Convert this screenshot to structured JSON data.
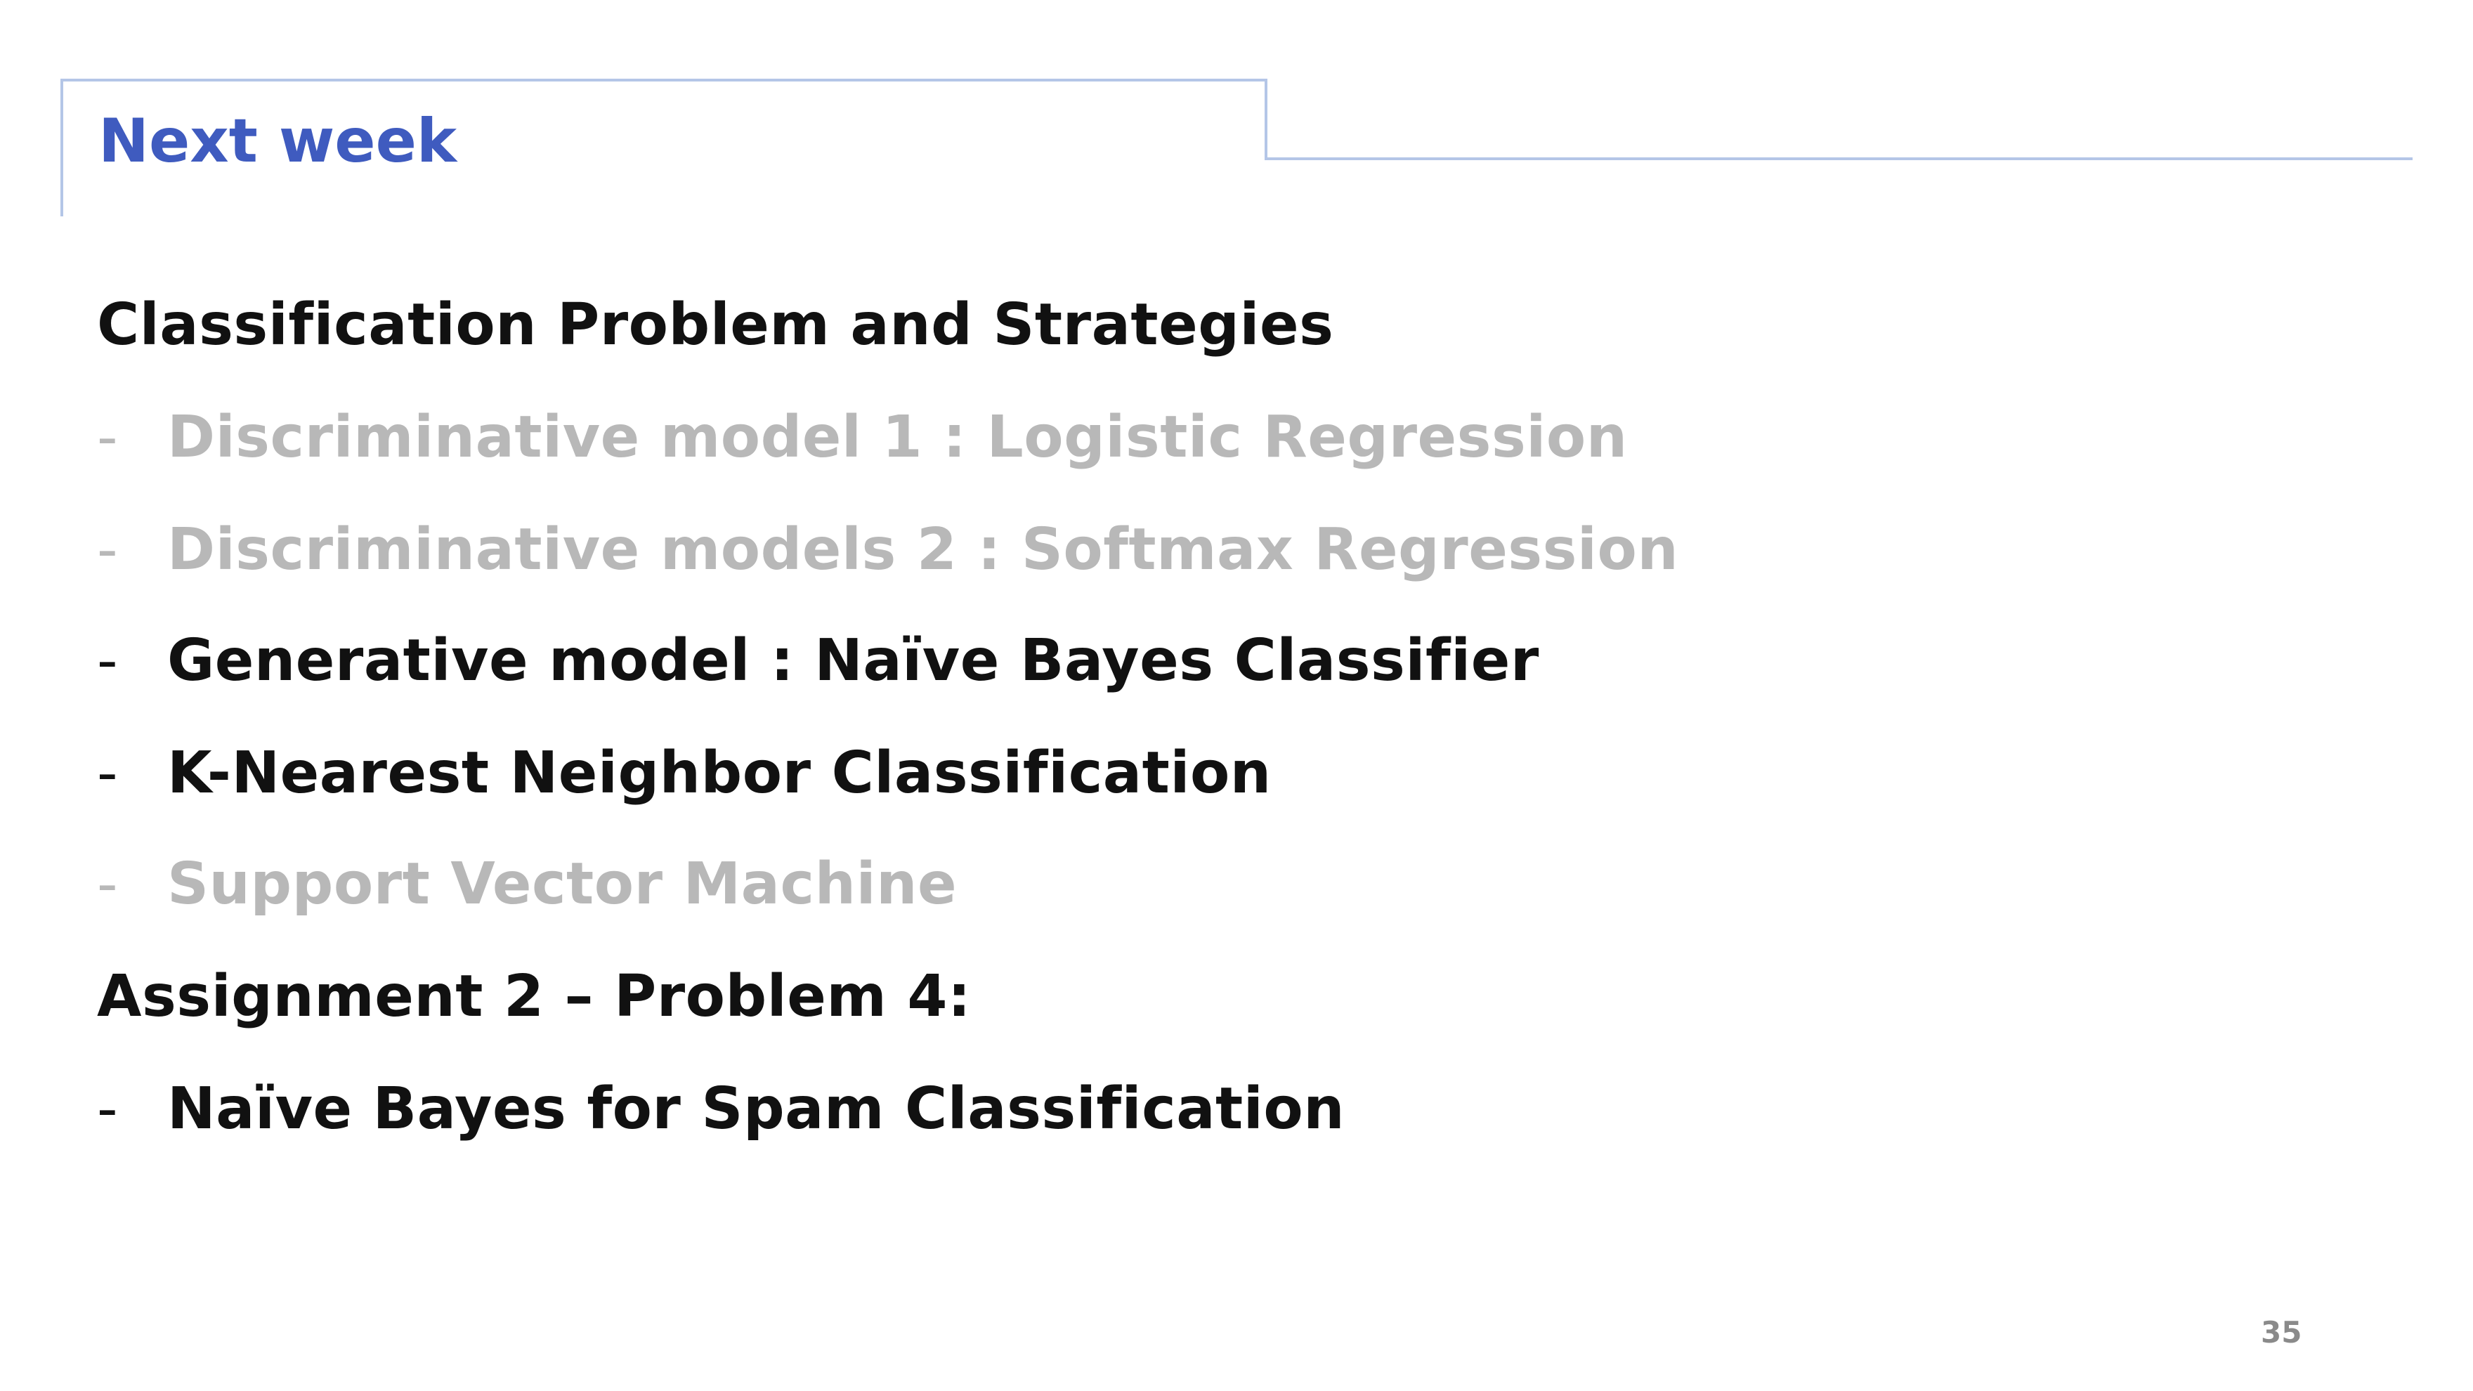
{
  "slide": {
    "title": "Next week",
    "page_number": "35",
    "colors": {
      "title": "#3f5bbf",
      "frame": "#b4c6e7",
      "active_text": "#111111",
      "muted_text": "#b8b8b8",
      "page_number": "#8a8a8a"
    },
    "items": [
      {
        "kind": "heading",
        "text": "Classification Problem and Strategies",
        "state": "active"
      },
      {
        "kind": "bullet",
        "bullet": "-",
        "text": "Discriminative model 1 : Logistic Regression",
        "state": "muted"
      },
      {
        "kind": "bullet",
        "bullet": "-",
        "text": "Discriminative models 2 : Softmax Regression",
        "state": "muted"
      },
      {
        "kind": "bullet",
        "bullet": "-",
        "text": "Generative model : Naïve Bayes Classifier",
        "state": "active"
      },
      {
        "kind": "bullet",
        "bullet": "-",
        "text": "K-Nearest Neighbor Classification",
        "state": "active"
      },
      {
        "kind": "bullet",
        "bullet": "-",
        "text": "Support Vector Machine",
        "state": "muted"
      },
      {
        "kind": "heading",
        "text": "Assignment 2 – Problem 4:",
        "state": "active"
      },
      {
        "kind": "bullet",
        "bullet": "-",
        "text": "Naïve Bayes for Spam Classification",
        "state": "active"
      }
    ]
  }
}
